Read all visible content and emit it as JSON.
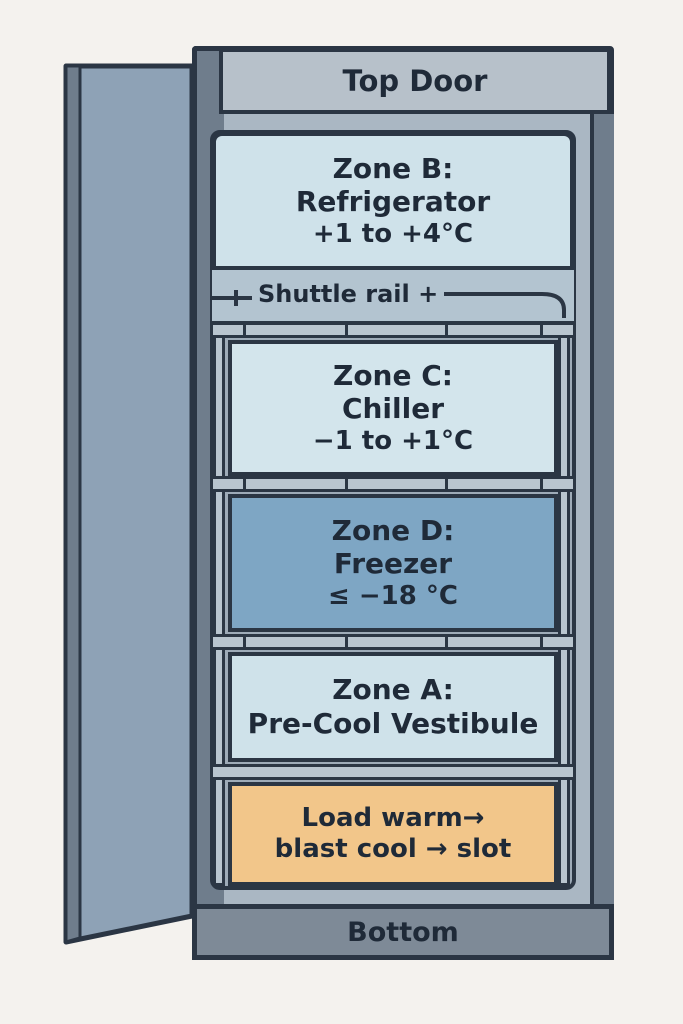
{
  "top_door": {
    "label": "Top Door"
  },
  "bottom": {
    "label": "Bottom"
  },
  "shuttle_rail": {
    "label": "Shuttle rail +"
  },
  "zones": [
    {
      "id": "zone-b",
      "title": "Zone B:",
      "name": "Refrigerator",
      "temp": "+1 to +4°C"
    },
    {
      "id": "zone-c",
      "title": "Zone C:",
      "name": "Chiller",
      "temp": "−1 to +1°C"
    },
    {
      "id": "zone-d",
      "title": "Zone D:",
      "name": "Freezer",
      "temp": "≤ −18 °C"
    },
    {
      "id": "zone-a",
      "title": "Zone A:",
      "name": "Pre-Cool Vestibule"
    }
  ],
  "load_box": {
    "line1": "Load warm→",
    "line2": "blast cool → slot"
  },
  "colors": {
    "outline": "#2b3644",
    "refrigerator": "#cfe2ea",
    "chiller": "#d3e5ec",
    "freezer": "#7ea6c4",
    "vestibule": "#cfe2ea",
    "load": "#f2c68a",
    "door": "#8ea2b6"
  }
}
